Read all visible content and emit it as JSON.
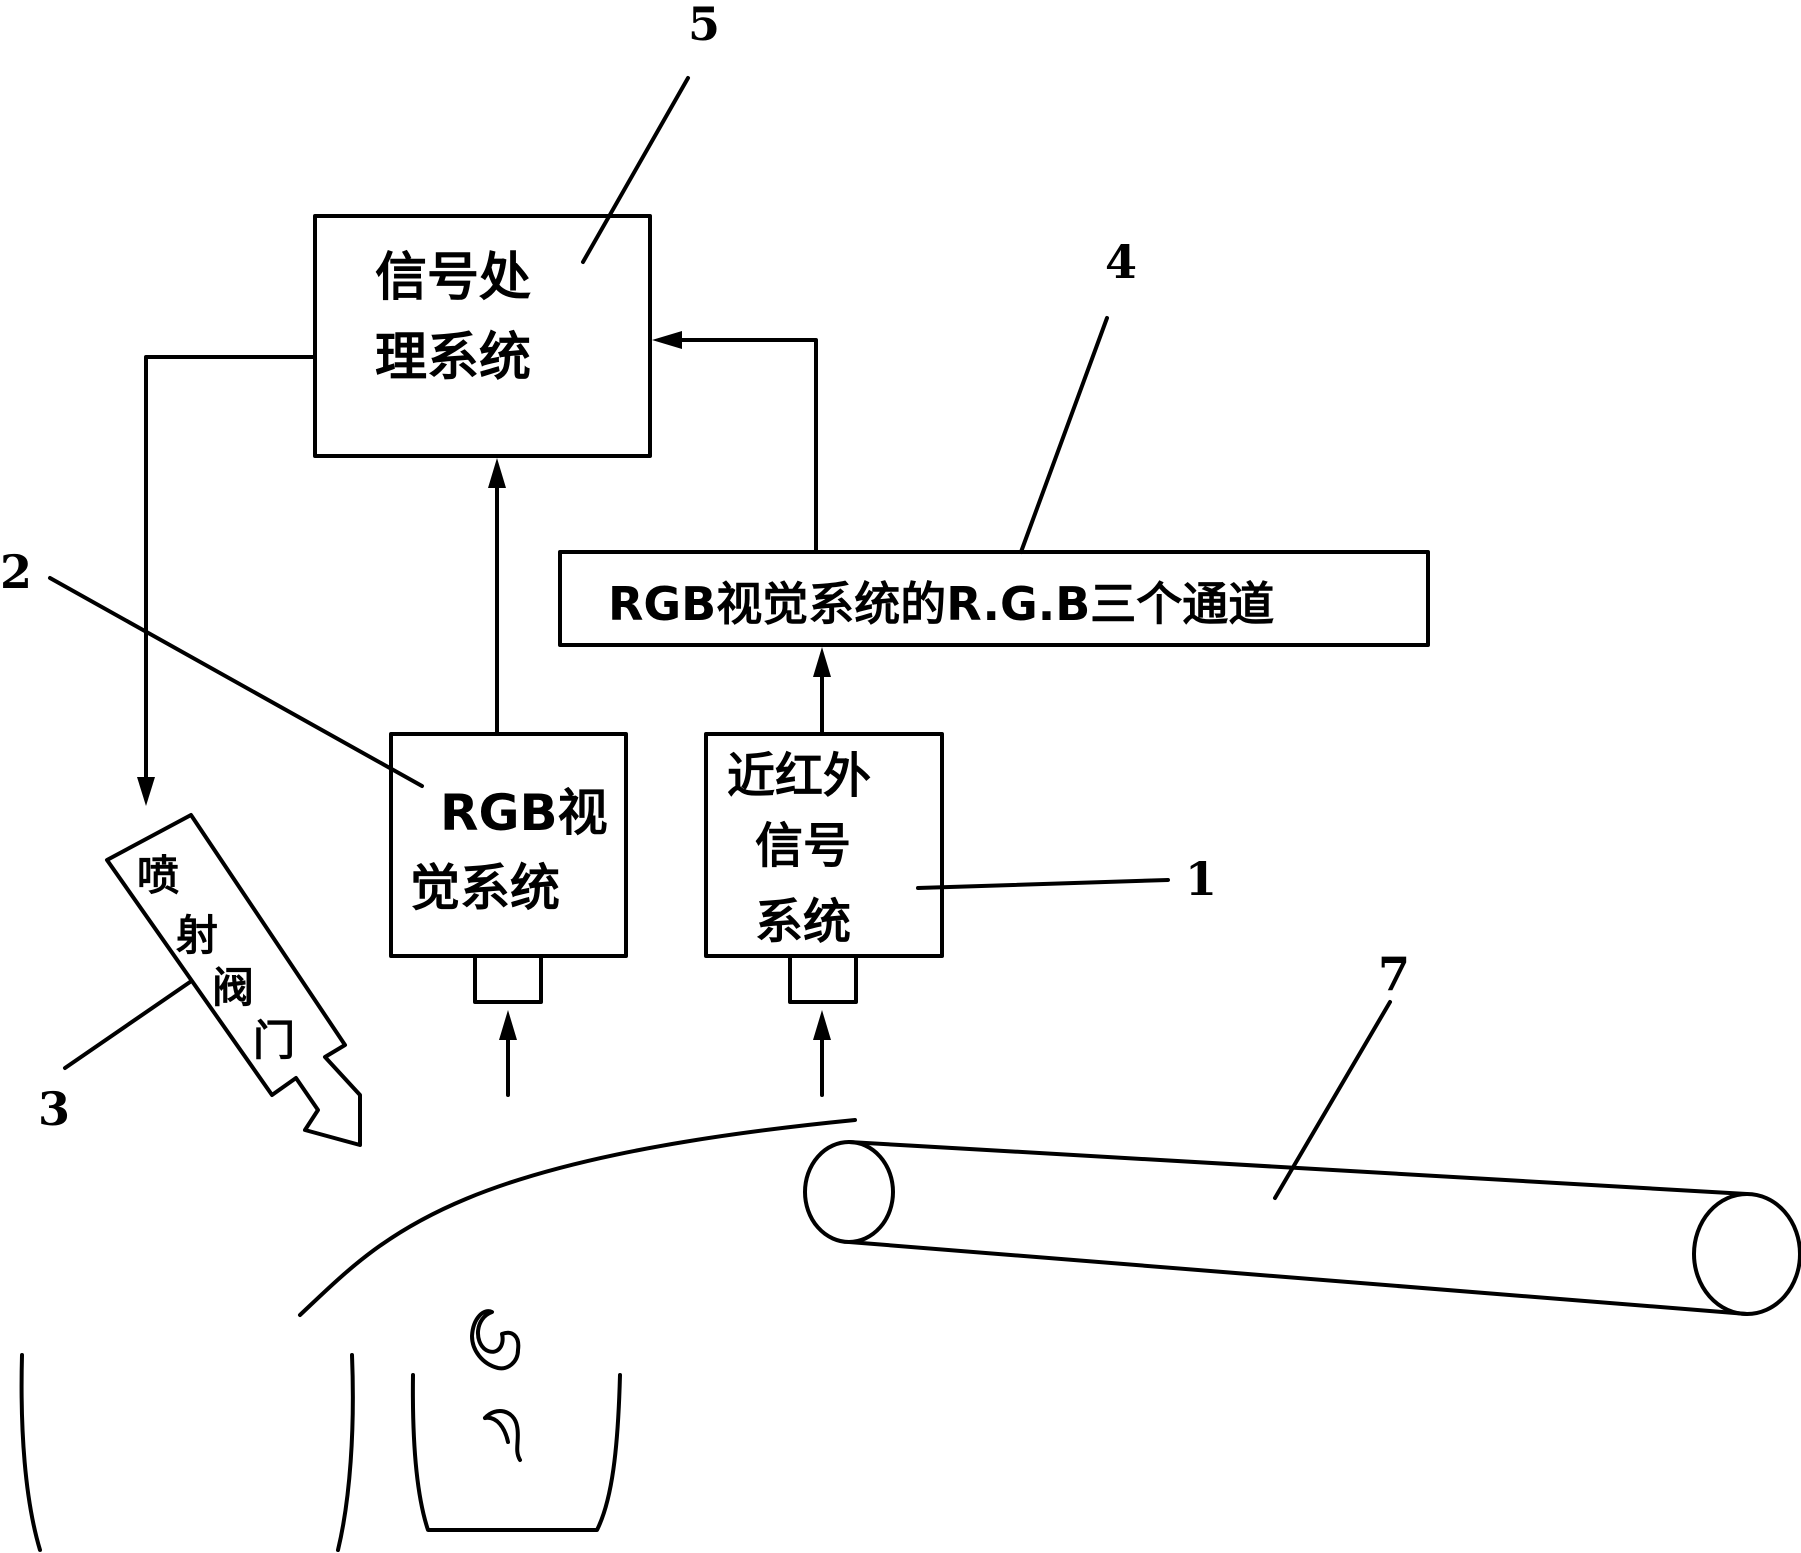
{
  "labels": {
    "box5_line1": "信号处",
    "box5_line2": "理系统",
    "box4_text": "RGB视觉系统的R.G.B三个通道",
    "box2_line1": "RGB视",
    "box2_line2": "觉系统",
    "box1_line1": "近红外",
    "box1_line2": "信号",
    "box1_line3": "系统",
    "valve_c1": "喷",
    "valve_c2": "射",
    "valve_c3": "阀",
    "valve_c4": "门"
  },
  "callouts": {
    "n1": "1",
    "n2": "2",
    "n3": "3",
    "n4": "4",
    "n5": "5",
    "n7": "7"
  }
}
